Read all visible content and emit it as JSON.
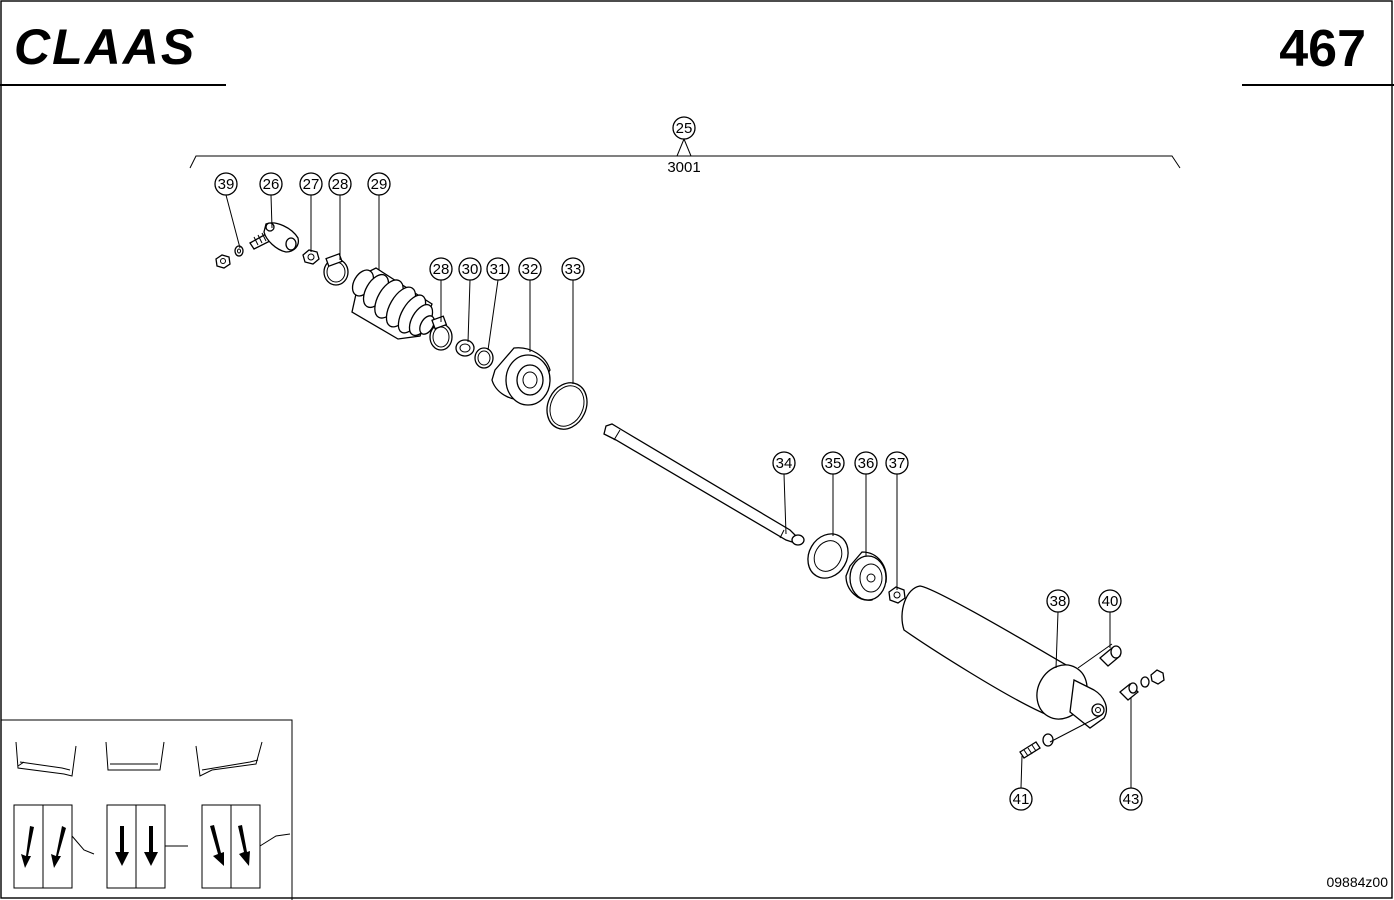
{
  "header": {
    "brand": "CLAAS",
    "page_number": "467"
  },
  "assembly": {
    "label": "25",
    "code": "3001"
  },
  "callouts": [
    "39",
    "26",
    "27",
    "28",
    "29",
    "28",
    "30",
    "31",
    "32",
    "33",
    "34",
    "35",
    "36",
    "37",
    "38",
    "40",
    "41",
    "43"
  ],
  "figure_id": "09884z00",
  "colors": {
    "ink": "#000000",
    "paper": "#ffffff"
  }
}
